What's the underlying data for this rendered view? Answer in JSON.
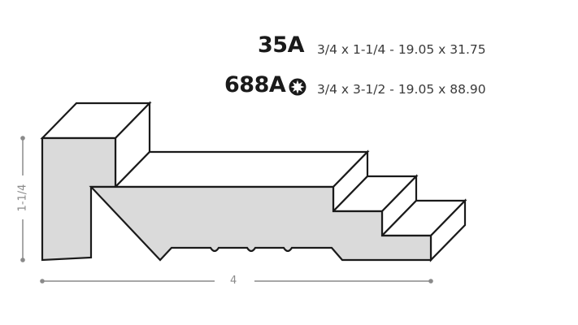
{
  "profiles": [
    {
      "code": "35A",
      "dimensions": "3/4 x 1-1/4 - 19.05 x 31.75",
      "icon": null
    },
    {
      "code": "688A",
      "dimensions": "3/4 x 3-1/2 - 19.05 x 88.90",
      "icon": "star-badge-icon"
    }
  ],
  "drawing": {
    "height_label": "1-1/4",
    "width_label": "4",
    "colors": {
      "fill_front": "#dadada",
      "fill_top": "#ffffff",
      "outline": "#1a1a1a",
      "dimension_line": "#8a8a8a"
    }
  }
}
